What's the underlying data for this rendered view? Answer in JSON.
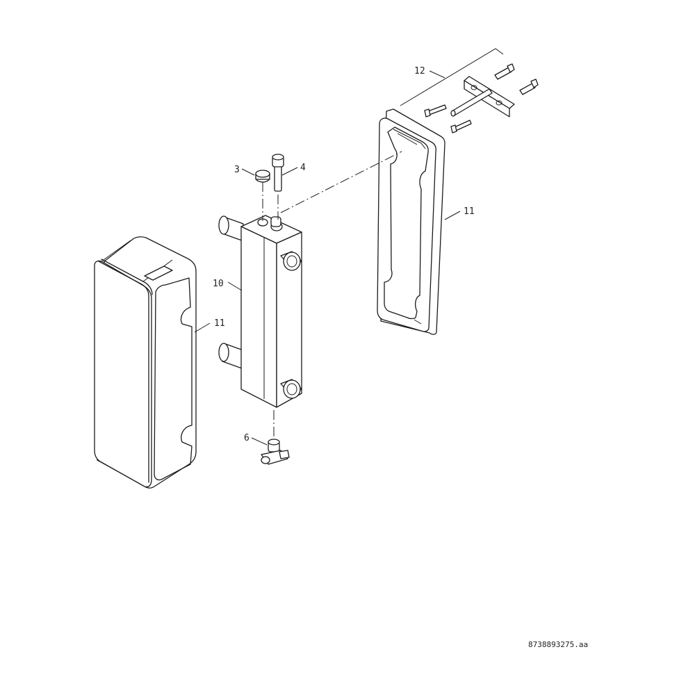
{
  "labels": {
    "part_3": "3",
    "part_4": "4",
    "part_6": "6",
    "part_10": "10",
    "part_11_left": "11",
    "part_11_right": "11",
    "part_12": "12"
  },
  "drawing_code": "8738893275.aa",
  "colors": {
    "line": "#1a1a1a",
    "background": "#ffffff"
  }
}
